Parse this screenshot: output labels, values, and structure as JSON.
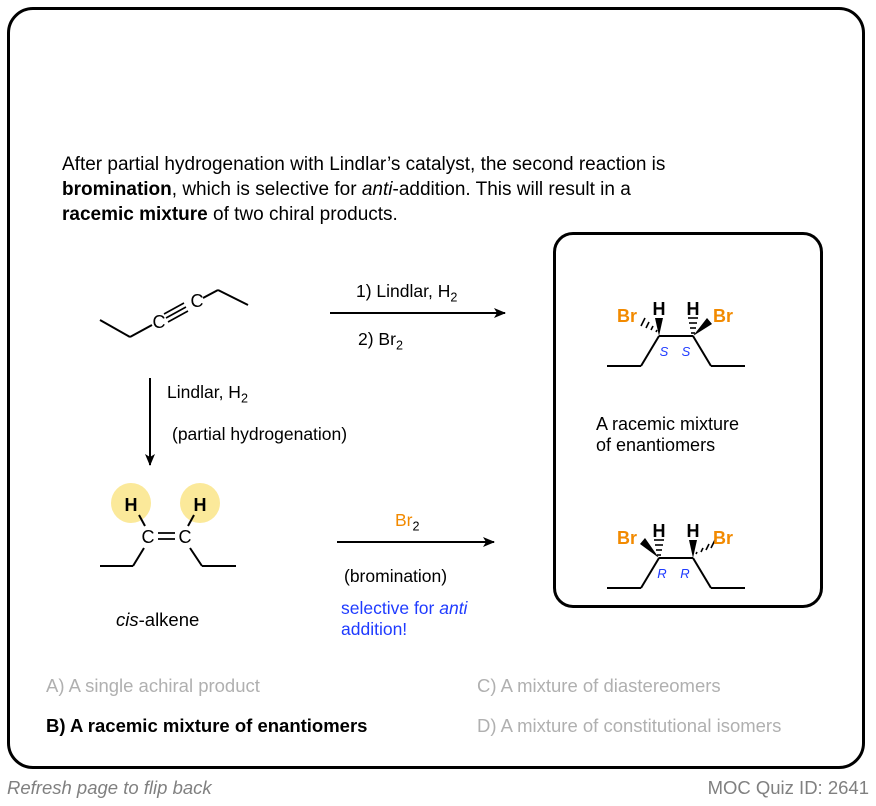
{
  "intro": {
    "line1": "After partial hydrogenation with Lindlar’s catalyst, the second reaction is",
    "bold1": "bromination",
    "line2a": ", which is selective for ",
    "italic1": "anti",
    "line2b": "-addition. This will result in a",
    "bold2": "racemic mixture",
    "line3": " of two chiral products."
  },
  "reactant": {
    "atom_left": "C",
    "atom_right": "C",
    "bond": "triple"
  },
  "top_arrow": {
    "step1": "1) Lindlar, H",
    "step1_sub": "2",
    "step2": "2) Br",
    "step2_sub": "2"
  },
  "down_arrow": {
    "reagent": "Lindlar, H",
    "reagent_sub": "2",
    "note": "(partial hydrogenation)"
  },
  "intermediate": {
    "label_italic": "cis",
    "label_rest": "-alkene",
    "atom_left": "C",
    "atom_right": "C",
    "h_left": "H",
    "h_right": "H"
  },
  "bottom_arrow": {
    "reagent": "Br",
    "reagent_sub": "2",
    "note": "(bromination)",
    "selectivity_a": "selective for ",
    "selectivity_italic": "anti",
    "selectivity_b": "addition!"
  },
  "products": {
    "caption_line1": "A racemic mixture",
    "caption_line2": "of enantiomers",
    "top": {
      "br_left": "Br",
      "br_right": "Br",
      "h_left": "H",
      "h_right": "H",
      "config_left": "S",
      "config_right": "S"
    },
    "bottom": {
      "br_left": "Br",
      "br_right": "Br",
      "h_left": "H",
      "h_right": "H",
      "config_left": "R",
      "config_right": "R"
    }
  },
  "options": [
    {
      "label": "A) A single achiral product",
      "correct": false
    },
    {
      "label": "B) A racemic mixture of enantiomers",
      "correct": true
    },
    {
      "label": "C) A mixture of diastereomers",
      "correct": false
    },
    {
      "label": "D) A mixture of constitutional isomers",
      "correct": false
    }
  ],
  "footer": {
    "flip_hint": "Refresh page to flip back",
    "quiz_id": "MOC Quiz ID: 2641"
  },
  "colors": {
    "bromine": "#f28a00",
    "stereo_label": "#1f3bff",
    "highlight": "#fbe99a",
    "option_inactive": "#b0b0b0",
    "footer": "#808080"
  }
}
